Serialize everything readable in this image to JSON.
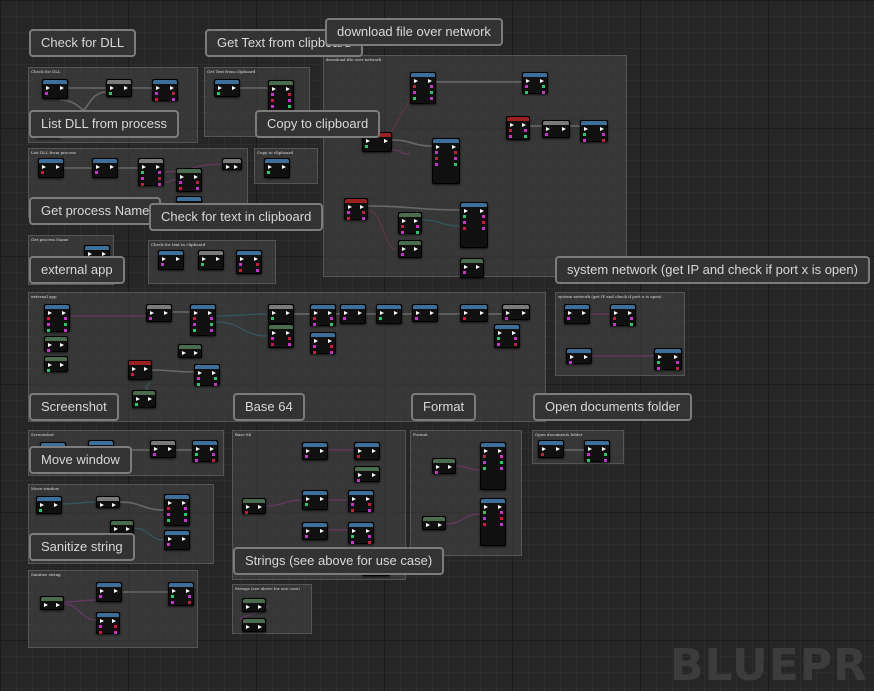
{
  "watermark": "BLUEPR",
  "comment_bubbles": [
    "Check for DLL",
    "Get Text from clipboard",
    "download file over network",
    "List DLL from process",
    "Copy to clipboard",
    "Get process Name",
    "Check for text in clipboard",
    "external app",
    "system network (get IP and check if port x is open)",
    "Screenshot",
    "Base 64",
    "Format",
    "Open documents folder",
    "Move window",
    "Sanitize string",
    "Strings (see above for use case)"
  ],
  "comment_boxes": [
    "Check for DLL",
    "Get Text from clipboard",
    "download file over network",
    "List DLL from process",
    "Copy to clipboard",
    "Get process Name",
    "Check for text in clipboard",
    "external app",
    "system network (get IP and check if port x is open)",
    "Screenshot",
    "Base 64",
    "Format",
    "Open documents folder",
    "Move window",
    "Sanitize string",
    "Strings (see above for use case)"
  ],
  "colors": {
    "background": "#262626",
    "header_blue": "#3d6f9b",
    "header_grey": "#7a7a7a",
    "header_green": "#4d6b4d",
    "header_red": "#9b2020",
    "pin_pink": "#c436c4",
    "pin_green": "#2ec468",
    "pin_red": "#c02040",
    "wire_exec": "#bdbdbd",
    "wire_string": "#c028b0",
    "wire_object": "#1e8fa0",
    "wire_red": "#9a2a3a"
  }
}
